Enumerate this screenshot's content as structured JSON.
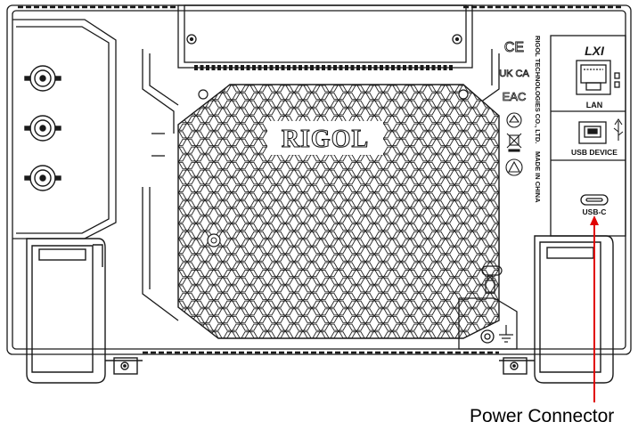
{
  "diagram": {
    "brand_logo": "RIGOL",
    "manufacturer_text": "RIGOL TECHNOLOGIES CO., LTD.",
    "origin_text": "MADE IN CHINA",
    "certification_marks": [
      "CE",
      "UK CA",
      "EAC"
    ],
    "ports": {
      "lan": "LAN",
      "usb_device": "USB DEVICE",
      "usb_c": "USB-C"
    },
    "callout": {
      "label": "Power Connector",
      "color": "#e00000"
    },
    "colors": {
      "line": "#1a1a1a",
      "background": "#ffffff",
      "callout": "#e00000"
    }
  }
}
